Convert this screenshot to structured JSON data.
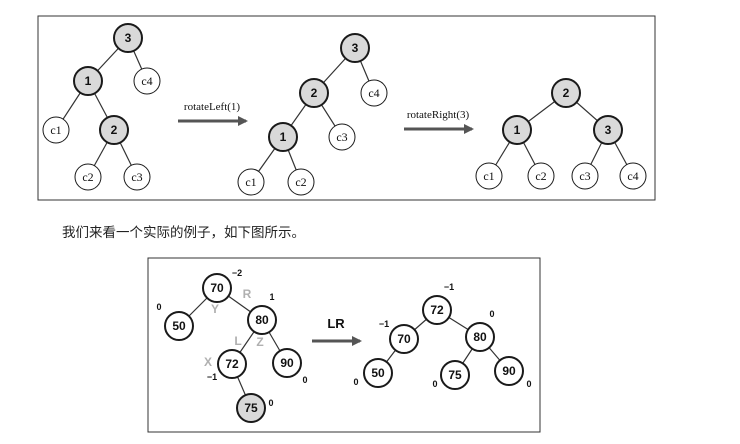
{
  "figure1": {
    "arrow1_label": "rotateLeft(1)",
    "arrow2_label": "rotateRight(3)",
    "trees": [
      {
        "nodes": [
          {
            "id": "n3",
            "label": "3",
            "kind": "node"
          },
          {
            "id": "n1",
            "label": "1",
            "kind": "node"
          },
          {
            "id": "c4",
            "label": "c4",
            "kind": "leaf"
          },
          {
            "id": "c1",
            "label": "c1",
            "kind": "leaf"
          },
          {
            "id": "n2",
            "label": "2",
            "kind": "node"
          },
          {
            "id": "c2",
            "label": "c2",
            "kind": "leaf"
          },
          {
            "id": "c3",
            "label": "c3",
            "kind": "leaf"
          }
        ],
        "edges": [
          [
            "n3",
            "n1"
          ],
          [
            "n3",
            "c4"
          ],
          [
            "n1",
            "c1"
          ],
          [
            "n1",
            "n2"
          ],
          [
            "n2",
            "c2"
          ],
          [
            "n2",
            "c3"
          ]
        ]
      },
      {
        "nodes": [
          {
            "id": "n3",
            "label": "3",
            "kind": "node"
          },
          {
            "id": "n2",
            "label": "2",
            "kind": "node"
          },
          {
            "id": "c4",
            "label": "c4",
            "kind": "leaf"
          },
          {
            "id": "n1",
            "label": "1",
            "kind": "node"
          },
          {
            "id": "c3",
            "label": "c3",
            "kind": "leaf"
          },
          {
            "id": "c1",
            "label": "c1",
            "kind": "leaf"
          },
          {
            "id": "c2",
            "label": "c2",
            "kind": "leaf"
          }
        ],
        "edges": [
          [
            "n3",
            "n2"
          ],
          [
            "n3",
            "c4"
          ],
          [
            "n2",
            "n1"
          ],
          [
            "n2",
            "c3"
          ],
          [
            "n1",
            "c1"
          ],
          [
            "n1",
            "c2"
          ]
        ]
      },
      {
        "nodes": [
          {
            "id": "n2",
            "label": "2",
            "kind": "node"
          },
          {
            "id": "n1",
            "label": "1",
            "kind": "node"
          },
          {
            "id": "n3",
            "label": "3",
            "kind": "node"
          },
          {
            "id": "c1",
            "label": "c1",
            "kind": "leaf"
          },
          {
            "id": "c2",
            "label": "c2",
            "kind": "leaf"
          },
          {
            "id": "c3",
            "label": "c3",
            "kind": "leaf"
          },
          {
            "id": "c4",
            "label": "c4",
            "kind": "leaf"
          }
        ],
        "edges": [
          [
            "n2",
            "n1"
          ],
          [
            "n2",
            "n3"
          ],
          [
            "n1",
            "c1"
          ],
          [
            "n1",
            "c2"
          ],
          [
            "n3",
            "c3"
          ],
          [
            "n3",
            "c4"
          ]
        ]
      }
    ]
  },
  "caption": "我们来看一个实际的例子，如下图所示。",
  "figure2": {
    "arrow_label": "LR",
    "trees": [
      {
        "nodes": [
          {
            "id": "t70",
            "label": "70",
            "bf": "−2"
          },
          {
            "id": "t50",
            "label": "50",
            "bf": "0"
          },
          {
            "id": "t80",
            "label": "80",
            "bf": "1"
          },
          {
            "id": "t72",
            "label": "72",
            "bf": "−1"
          },
          {
            "id": "t90",
            "label": "90",
            "bf": "0"
          },
          {
            "id": "t75",
            "label": "75",
            "bf": "0",
            "shaded": true
          }
        ],
        "edges": [
          [
            "t70",
            "t50"
          ],
          [
            "t70",
            "t80"
          ],
          [
            "t80",
            "t72"
          ],
          [
            "t80",
            "t90"
          ],
          [
            "t72",
            "t75"
          ]
        ],
        "side_labels": [
          "R",
          "Y",
          "L",
          "Z",
          "X"
        ]
      },
      {
        "nodes": [
          {
            "id": "u72",
            "label": "72",
            "bf": "−1"
          },
          {
            "id": "u70",
            "label": "70",
            "bf": "−1"
          },
          {
            "id": "u80",
            "label": "80",
            "bf": "0"
          },
          {
            "id": "u50",
            "label": "50",
            "bf": "0"
          },
          {
            "id": "u75",
            "label": "75",
            "bf": "0"
          },
          {
            "id": "u90",
            "label": "90",
            "bf": "0"
          }
        ],
        "edges": [
          [
            "u72",
            "u70"
          ],
          [
            "u72",
            "u80"
          ],
          [
            "u70",
            "u50"
          ],
          [
            "u80",
            "u75"
          ],
          [
            "u80",
            "u90"
          ]
        ]
      }
    ]
  }
}
